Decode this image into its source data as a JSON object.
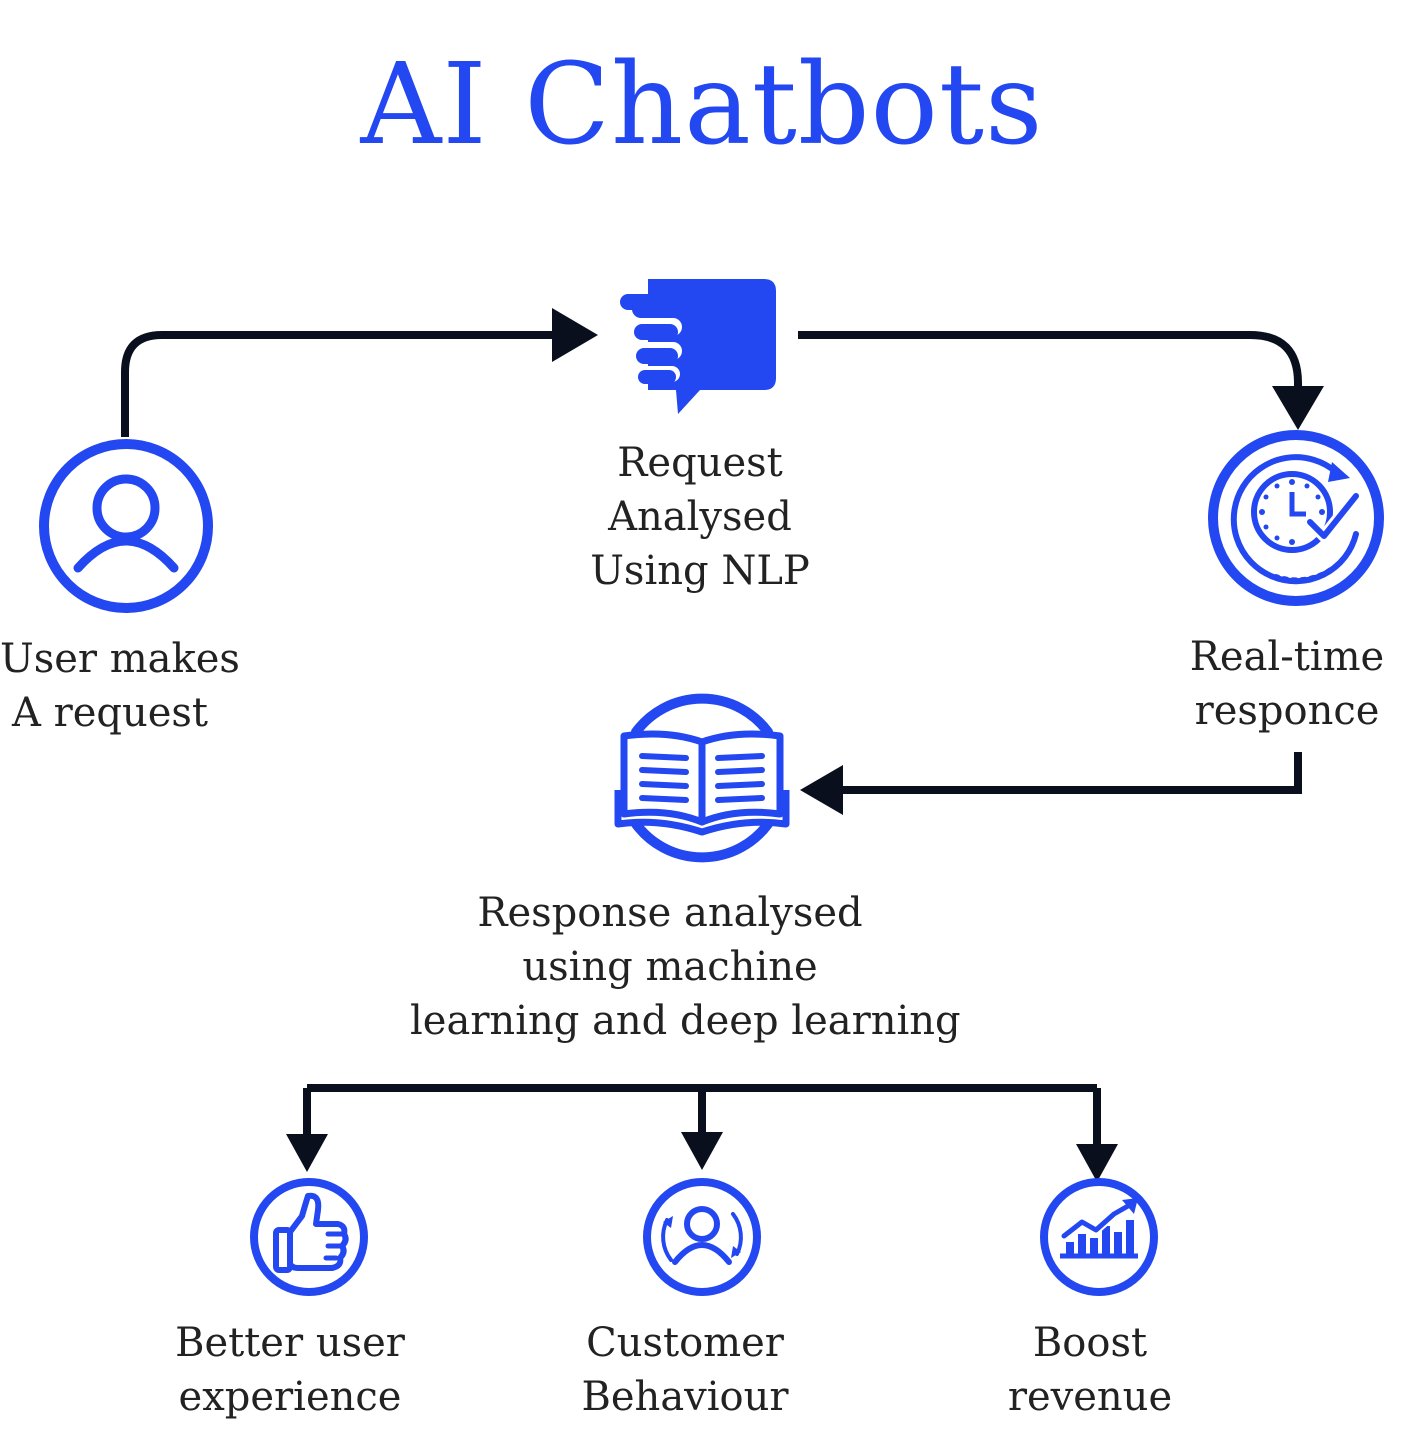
{
  "title": "AI Chatbots",
  "colors": {
    "accent": "#2347f0",
    "connector": "#0a0f1e",
    "text": "#222222"
  },
  "nodes": {
    "user": {
      "icon": "user-icon",
      "lines": [
        "User makes",
        "A request"
      ]
    },
    "nlp": {
      "icon": "chat-bubble-icon",
      "lines": [
        "Request",
        "Analysed",
        "Using NLP"
      ]
    },
    "realtime": {
      "icon": "clock-check-icon",
      "lines": [
        "Real-time",
        "responce"
      ]
    },
    "ml": {
      "icon": "open-book-icon",
      "lines": [
        "Response analysed",
        "using machine",
        "learning and deep learning"
      ]
    },
    "ux": {
      "icon": "thumbs-up-icon",
      "lines": [
        "Better user",
        "experience"
      ]
    },
    "behaviour": {
      "icon": "customer-cycle-icon",
      "lines": [
        "Customer",
        "Behaviour"
      ]
    },
    "revenue": {
      "icon": "growth-chart-icon",
      "lines": [
        "Boost",
        "revenue"
      ]
    }
  }
}
